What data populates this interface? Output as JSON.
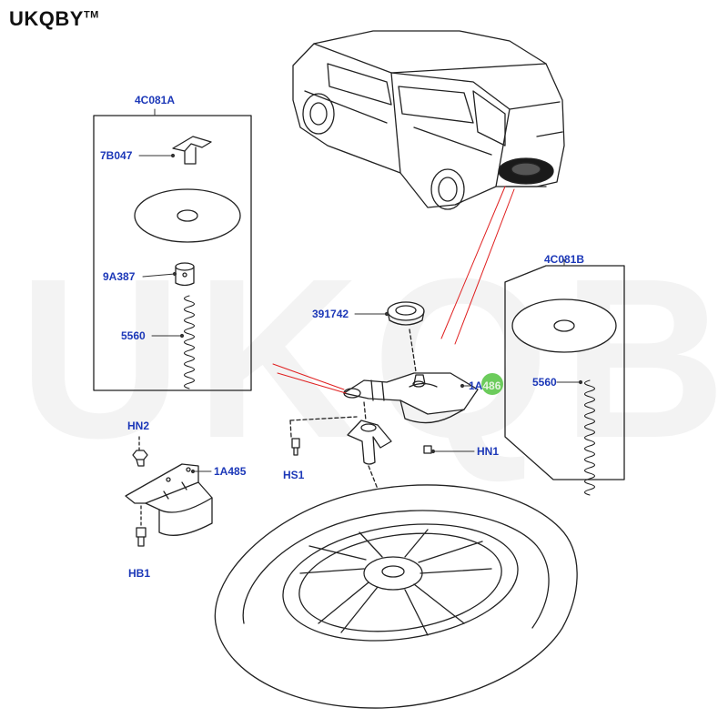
{
  "brand": {
    "name": "UKQBY",
    "tm": "TM"
  },
  "watermark": {
    "text": "UKQBY",
    "tm": "TM"
  },
  "labels": {
    "group_a": "4C081A",
    "group_b": "4C081B",
    "p_7b047": "7B047",
    "p_9a387": "9A387",
    "p_5560_a": "5560",
    "p_5560_b": "5560",
    "p_391742": "391742",
    "p_1a486_prefix": "1A",
    "p_1a486_suffix": "486",
    "p_hn2": "HN2",
    "p_1a485": "1A485",
    "p_hs1": "HS1",
    "p_hn1": "HN1",
    "p_hb1": "HB1"
  },
  "colors": {
    "label": "#1c38b8",
    "line": "#222222",
    "leader_red": "#e02020",
    "marker": "#5cc64a"
  }
}
